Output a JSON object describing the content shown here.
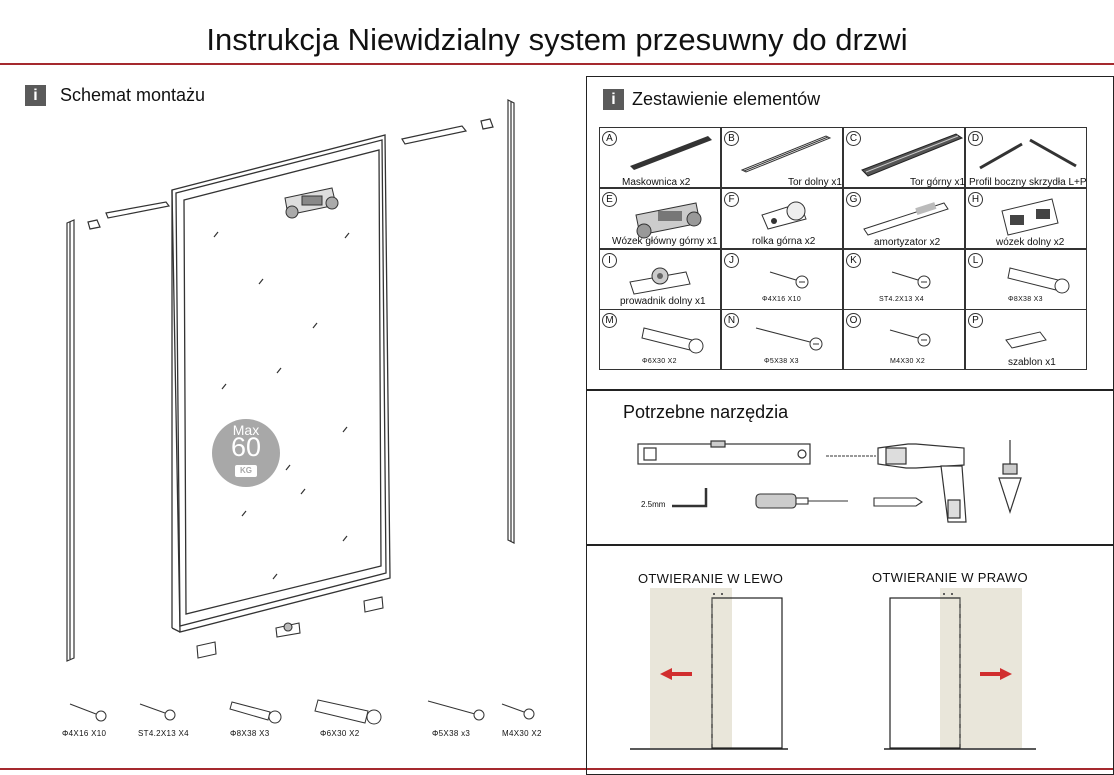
{
  "document": {
    "title": "Instrukcja Niewidzialny system przesuwny do drzwi"
  },
  "assembly": {
    "heading": "Schemat montażu",
    "info_icon": "i",
    "badge": {
      "top": "Max",
      "value": "60",
      "unit": "KG"
    },
    "screws": [
      {
        "label": "Φ4X16  X10"
      },
      {
        "label": "ST4.2X13  X4"
      },
      {
        "label": "Φ8X38  X3"
      },
      {
        "label": "Φ6X30  X2"
      },
      {
        "label": "Φ5X38  x3"
      },
      {
        "label": "M4X30  X2"
      }
    ]
  },
  "components": {
    "heading": "Zestawienie elementów",
    "info_icon": "i",
    "items": [
      {
        "letter": "A",
        "label": "Maskownica x2",
        "icon": "cover-profile"
      },
      {
        "letter": "B",
        "label": "Tor dolny x1",
        "icon": "bottom-track"
      },
      {
        "letter": "C",
        "label": "Tor górny x1",
        "icon": "top-track"
      },
      {
        "letter": "D",
        "label": "Profil boczny skrzydła L+P",
        "icon": "side-profiles"
      },
      {
        "letter": "E",
        "label": "Wózek główny górny x1",
        "icon": "main-trolley"
      },
      {
        "letter": "F",
        "label": "rolka górna x2",
        "icon": "top-roller"
      },
      {
        "letter": "G",
        "label": "amortyzator x2",
        "icon": "damper"
      },
      {
        "letter": "H",
        "label": "wózek dolny x2",
        "icon": "bottom-trolley"
      },
      {
        "letter": "I",
        "label": "prowadnik dolny x1",
        "icon": "bottom-guide"
      },
      {
        "letter": "J",
        "label": "Φ4X16   X10",
        "icon": "screw"
      },
      {
        "letter": "K",
        "label": "ST4.2X13   X4",
        "icon": "screw"
      },
      {
        "letter": "L",
        "label": "Φ8X38  X3",
        "icon": "wall-plug"
      },
      {
        "letter": "M",
        "label": "Φ6X30  X2",
        "icon": "wall-plug"
      },
      {
        "letter": "N",
        "label": "Φ5X38    X3",
        "icon": "long-screw"
      },
      {
        "letter": "O",
        "label": "M4X30    X2",
        "icon": "bolt"
      },
      {
        "letter": "P",
        "label": "szablon x1",
        "icon": "template"
      }
    ]
  },
  "tools": {
    "heading": "Potrzebne narzędzia",
    "hex_key_label": "2.5mm",
    "items": [
      "spirit-level",
      "drill-bit",
      "drill",
      "hex-key",
      "screwdriver",
      "screwdriver-bit",
      "plumb-bob"
    ]
  },
  "opening": {
    "left_label": "OTWIERANIE W LEWO",
    "right_label": "OTWIERANIE W PRAWO",
    "door_fill": "#e9e6da",
    "arrow_color": "#d12e2e"
  },
  "colors": {
    "rule": "#a5292e",
    "badge": "#5a5a5a",
    "weight_badge": "#a8a8a8"
  }
}
